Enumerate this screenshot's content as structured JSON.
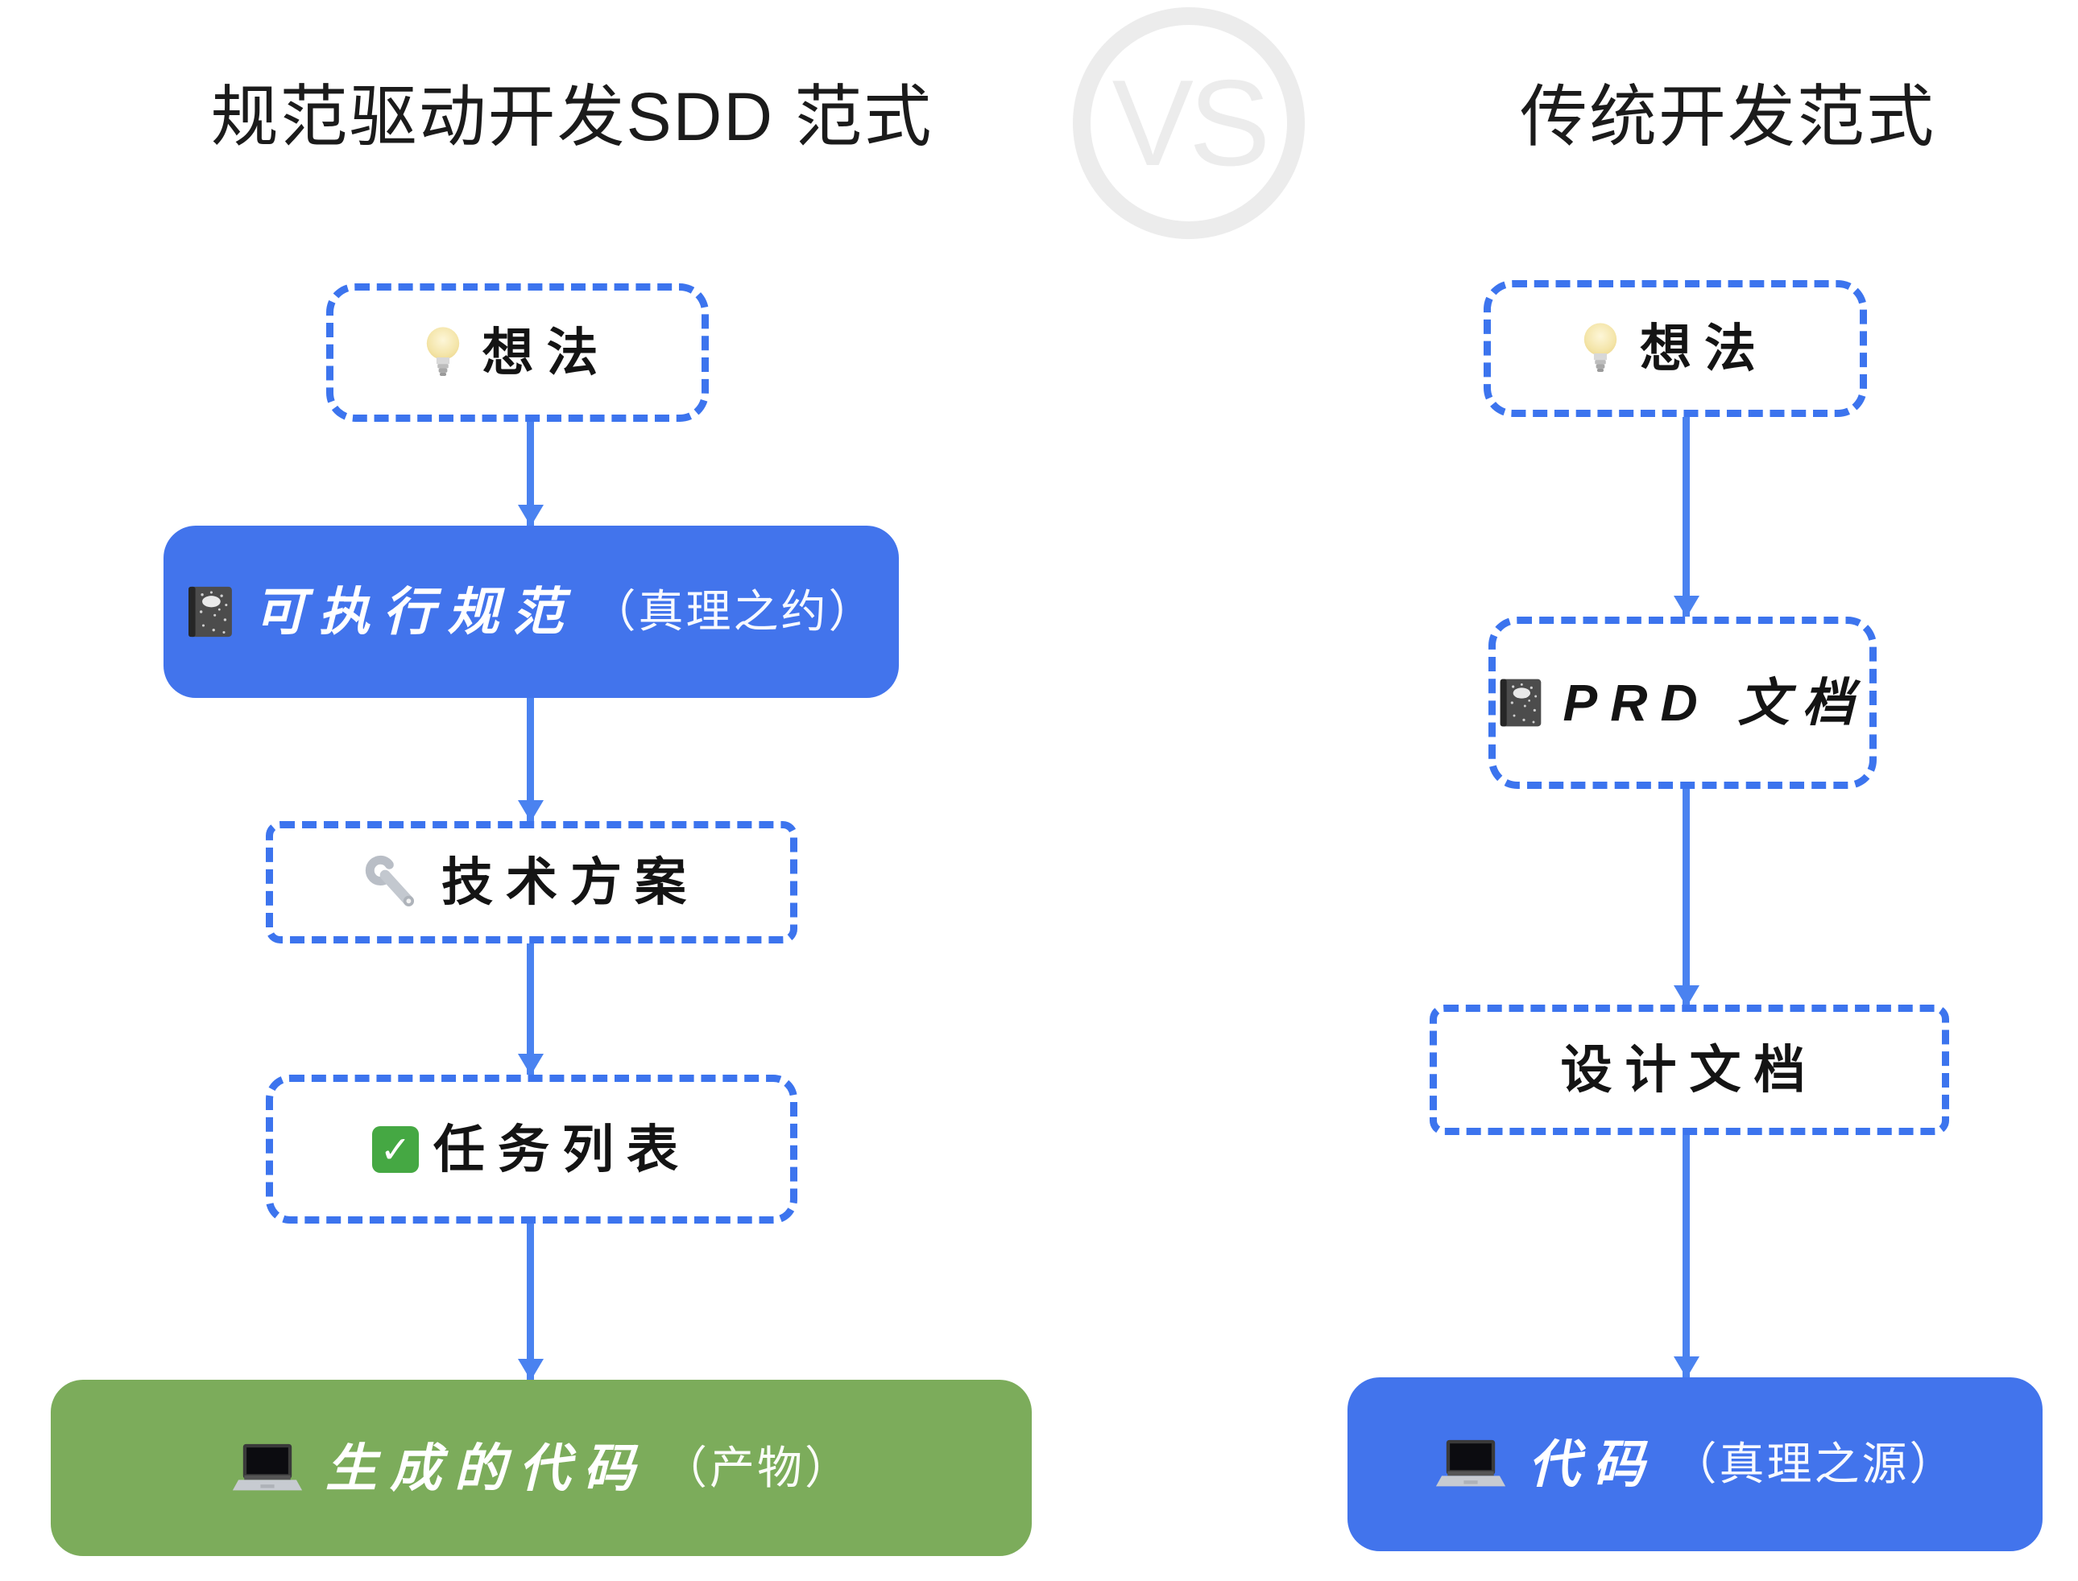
{
  "vs_badge": {
    "label": "VS",
    "color": "#ececec"
  },
  "left_flow": {
    "title": "规范驱动开发SDD 范式",
    "nodes": [
      {
        "label": "想法",
        "icon": "lightbulb-icon",
        "style": "dashed"
      },
      {
        "label": "可执行规范",
        "note": "（真理之约）",
        "icon": "notebook-icon",
        "style": "blue-filled"
      },
      {
        "label": "技术方案",
        "icon": "wrench-icon",
        "style": "dashed"
      },
      {
        "label": "任务列表",
        "icon": "check-icon",
        "style": "dashed"
      },
      {
        "label": "生成的代码",
        "note": "（产物）",
        "icon": "laptop-icon",
        "style": "green-filled"
      }
    ]
  },
  "right_flow": {
    "title": "传统开发范式",
    "nodes": [
      {
        "label": "想法",
        "icon": "lightbulb-icon",
        "style": "dashed"
      },
      {
        "label": "PRD 文档",
        "icon": "notebook-icon",
        "style": "dashed"
      },
      {
        "label": "设计文档",
        "style": "dashed"
      },
      {
        "label": "代码",
        "note": "（真理之源）",
        "icon": "laptop-icon",
        "style": "blue-filled"
      }
    ]
  },
  "icons": {
    "check_glyph": "✓"
  },
  "colors": {
    "fill_blue": "#4274ec",
    "fill_green": "#7cac5b",
    "dash_blue": "#3c74ee",
    "arrow_blue": "#4a82f0",
    "vs_gray": "#ececec",
    "text_black": "#1b1b1b"
  }
}
